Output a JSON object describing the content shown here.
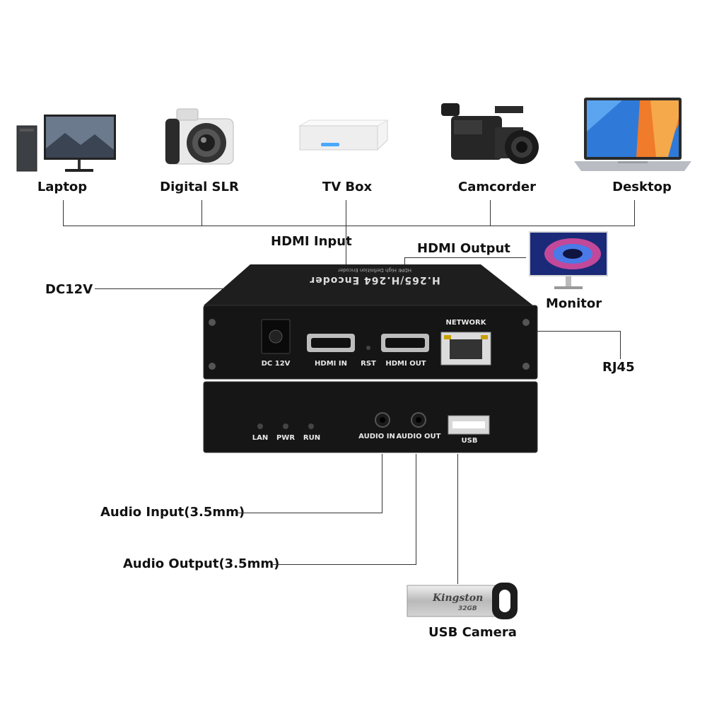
{
  "sources": {
    "laptop": "Laptop",
    "dslr": "Digital SLR",
    "tvbox": "TV Box",
    "camcorder": "Camcorder",
    "desktop": "Desktop"
  },
  "callouts": {
    "hdmi_input": "HDMI Input",
    "hdmi_output": "HDMI Output",
    "monitor": "Monitor",
    "dc12v": "DC12V",
    "rj45": "RJ45",
    "audio_input": "Audio Input(3.5mm)",
    "audio_output": "Audio Output(3.5mm)",
    "usb_camera": "USB Camera"
  },
  "encoder": {
    "title": "H.265/H.264 Encoder",
    "subtitle": "HDMI High Definition Encoder",
    "ports_top": {
      "dc": "DC 12V",
      "hdmi_in": "HDMI IN",
      "rst": "RST",
      "hdmi_out": "HDMI OUT",
      "network": "NETWORK"
    },
    "ports_front": {
      "lan": "LAN",
      "pwr": "PWR",
      "run": "RUN",
      "audio_in": "AUDIO IN",
      "audio_out": "AUDIO OUT",
      "usb": "USB"
    }
  },
  "usb_stick": {
    "brand": "Kingston",
    "capacity": "32GB"
  }
}
